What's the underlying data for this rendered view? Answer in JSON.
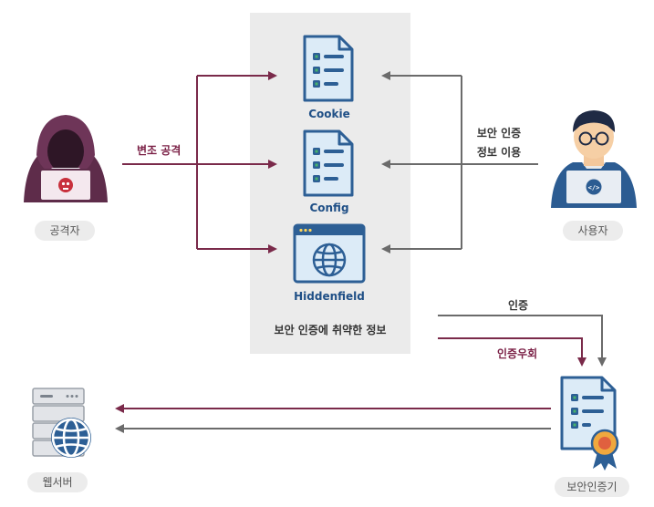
{
  "attacker": {
    "label": "공격자",
    "action": "변조 공격"
  },
  "user": {
    "label": "사용자",
    "action_line1": "보안 인증",
    "action_line2": "정보 이용"
  },
  "panel": {
    "caption": "보안 인증에 취약한 정보",
    "items": [
      {
        "label": "Cookie"
      },
      {
        "label": "Config"
      },
      {
        "label": "Hiddenfield"
      }
    ]
  },
  "auth": {
    "normal": "인증",
    "bypass": "인증우회"
  },
  "certifier": {
    "label": "보안인증기"
  },
  "webserver": {
    "label": "웹서버"
  },
  "colors": {
    "attack": "#7a2a4a",
    "user": "#6b6b6b",
    "doc_blue": "#2d5f95",
    "doc_fill": "#dcebf7",
    "label_blue": "#1f4f86"
  }
}
